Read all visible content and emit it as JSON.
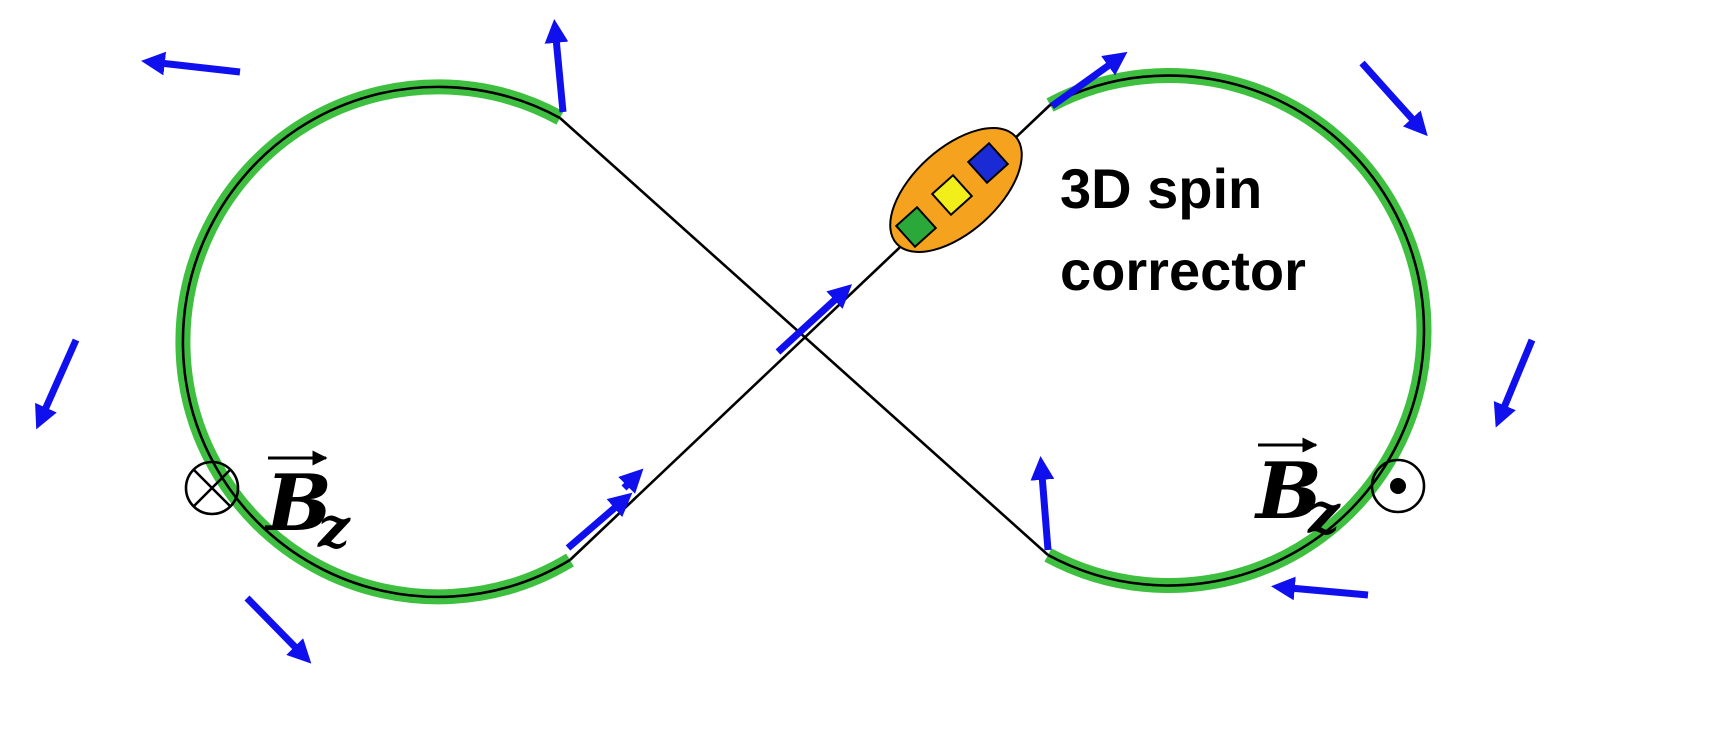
{
  "corrector_label_line1": "3D spin",
  "corrector_label_line2": "corrector",
  "field_left": {
    "symbol": "B",
    "subscript": "z",
    "direction": "into-page"
  },
  "field_right": {
    "symbol": "B",
    "subscript": "z",
    "direction": "out-of-page"
  },
  "colors": {
    "orbit_stroke": "#000000",
    "spin_rotator_band": "#3fbf3f",
    "spin_arrow": "#1010ee",
    "corrector_body": "#f5a21f",
    "corrector_block_1": "#2aa83a",
    "corrector_block_2": "#f2ee1a",
    "corrector_block_3": "#1a2bd6"
  },
  "icons": [
    "cross-circle-icon",
    "dot-circle-icon",
    "spin-arrow-icon",
    "vector-arrow-icon"
  ]
}
